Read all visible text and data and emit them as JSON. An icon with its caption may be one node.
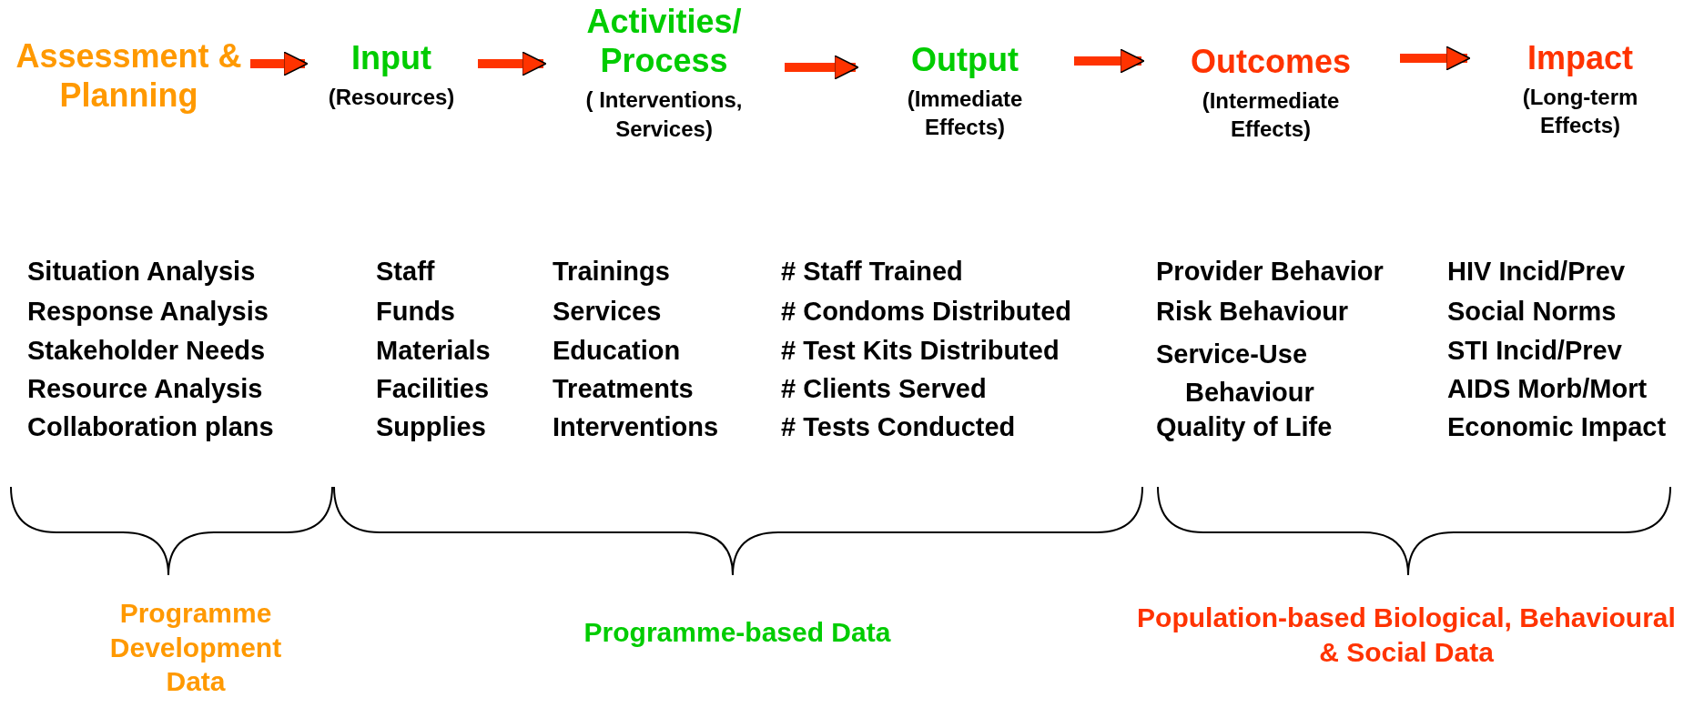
{
  "diagram": {
    "nodes": [
      {
        "text": [
          "Assessment & Planning"
        ]
      },
      {
        "text": [
          "Input",
          "(Resources)"
        ]
      },
      {
        "text": [
          "Activities/ Process",
          "( Interventions, Services)"
        ]
      },
      {
        "text": [
          "Output",
          "(Immediate Effects)"
        ]
      },
      {
        "text": [
          "Outcomes",
          "(Intermediate Effects)"
        ]
      },
      {
        "text": [
          "Impact",
          "(Long-term Effects)"
        ]
      }
    ],
    "edges": [
      {
        "from": 0,
        "to": 1,
        "arrow": "to"
      },
      {
        "from": 1,
        "to": 2,
        "arrow": "to"
      },
      {
        "from": 2,
        "to": 3,
        "arrow": "to"
      },
      {
        "from": 3,
        "to": 4,
        "arrow": "to"
      },
      {
        "from": 4,
        "to": 5,
        "arrow": "to"
      }
    ],
    "labels": [
      "Situation Analysis",
      "Response Analysis",
      "Stakeholder Needs",
      "Resource Analysis",
      "Collaboration plans",
      "Staff",
      "Funds",
      "Materials",
      "Facilities",
      "Supplies",
      "Trainings",
      "Services",
      "Education",
      "Treatments",
      "Interventions",
      "# Staff Trained",
      "# Condoms Distributed",
      "# Test Kits Distributed",
      "# Clients Served",
      "# Tests Conducted",
      "Provider Behavior",
      "Risk Behaviour",
      "Service-Use Behaviour",
      "Quality of Life",
      "HIV Incid/Prev",
      "Social Norms",
      "STI Incid/Prev",
      "AIDS Morb/Mort",
      "Economic Impact",
      "Programme Development Data",
      "Programme-based Data",
      "Population-based Biological, Behavioural & Social Data"
    ]
  }
}
